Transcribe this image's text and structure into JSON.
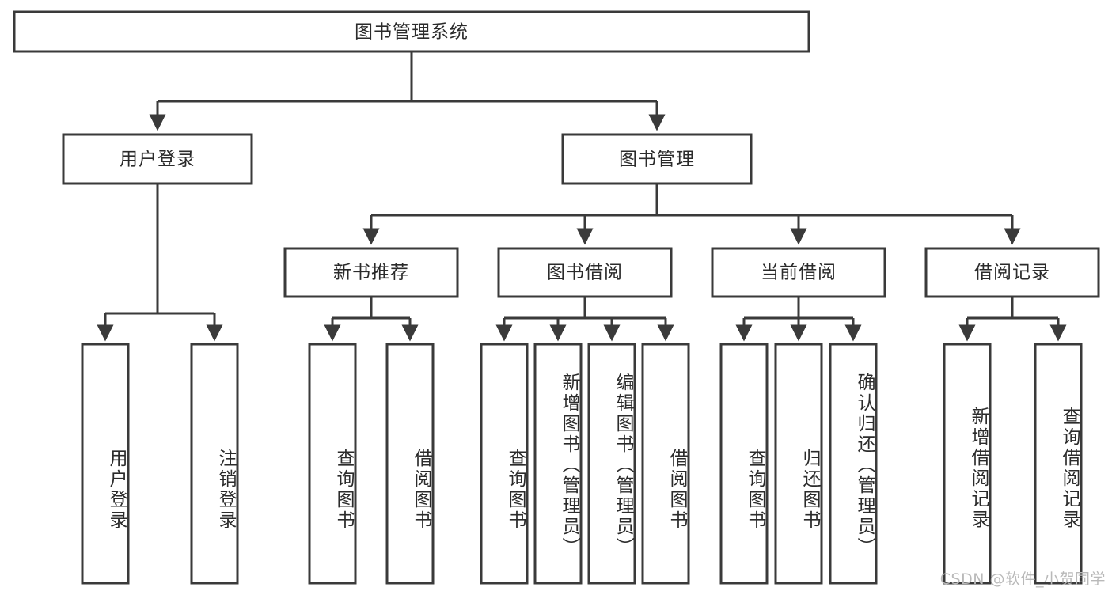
{
  "diagram": {
    "title": "图书管理系统",
    "type": "tree-hierarchy",
    "watermark": "CSDN @软件_小贺同学",
    "colors": {
      "background": "#ffffff",
      "stroke": "#3a3a3a",
      "node_fill": "#ffffff",
      "text": "#2b2b2b",
      "watermark": "#b9b9b9"
    }
  },
  "nodes": {
    "root": {
      "label": "图书管理系统",
      "orientation": "horizontal",
      "level": 0
    },
    "level2": [
      {
        "id": "user-login",
        "label": "用户登录",
        "orientation": "horizontal",
        "level": 1
      },
      {
        "id": "book-manage",
        "label": "图书管理",
        "orientation": "horizontal",
        "level": 1
      }
    ],
    "level3": [
      {
        "id": "new-book-rec",
        "label": "新书推荐",
        "orientation": "horizontal",
        "level": 2
      },
      {
        "id": "book-borrow",
        "label": "图书借阅",
        "orientation": "horizontal",
        "level": 2
      },
      {
        "id": "current-borrow",
        "label": "当前借阅",
        "orientation": "horizontal",
        "level": 2
      },
      {
        "id": "borrow-record",
        "label": "借阅记录",
        "orientation": "horizontal",
        "level": 2
      }
    ],
    "leaves": [
      {
        "id": "leaf-user-login",
        "parent": "user-login",
        "label": "用户登录",
        "orientation": "vertical"
      },
      {
        "id": "leaf-user-logout",
        "parent": "user-login",
        "label": "注销登录",
        "orientation": "vertical"
      },
      {
        "id": "leaf-query-book-1",
        "parent": "new-book-rec",
        "label": "查询图书",
        "orientation": "vertical"
      },
      {
        "id": "leaf-borrow-book-1",
        "parent": "new-book-rec",
        "label": "借阅图书",
        "orientation": "vertical"
      },
      {
        "id": "leaf-query-book-2",
        "parent": "book-borrow",
        "label": "查询图书",
        "orientation": "vertical"
      },
      {
        "id": "leaf-add-book",
        "parent": "book-borrow",
        "label": "新增图书（管理员）",
        "orientation": "vertical"
      },
      {
        "id": "leaf-edit-book",
        "parent": "book-borrow",
        "label": "编辑图书（管理员）",
        "orientation": "vertical"
      },
      {
        "id": "leaf-borrow-book-2",
        "parent": "book-borrow",
        "label": "借阅图书",
        "orientation": "vertical"
      },
      {
        "id": "leaf-query-book-3",
        "parent": "current-borrow",
        "label": "查询图书",
        "orientation": "vertical"
      },
      {
        "id": "leaf-return-book",
        "parent": "current-borrow",
        "label": "归还图书",
        "orientation": "vertical"
      },
      {
        "id": "leaf-confirm-return",
        "parent": "current-borrow",
        "label": "确认归还（管理员）",
        "orientation": "vertical"
      },
      {
        "id": "leaf-add-record",
        "parent": "borrow-record",
        "label": "新增借阅记录",
        "orientation": "vertical"
      },
      {
        "id": "leaf-query-record",
        "parent": "borrow-record",
        "label": "查询借阅记录",
        "orientation": "vertical"
      }
    ]
  },
  "chart_data": {
    "type": "tree",
    "title": "图书管理系统",
    "edges": [
      {
        "from": "图书管理系统",
        "to": "用户登录"
      },
      {
        "from": "图书管理系统",
        "to": "图书管理"
      },
      {
        "from": "用户登录",
        "to": "用户登录"
      },
      {
        "from": "用户登录",
        "to": "注销登录"
      },
      {
        "from": "图书管理",
        "to": "新书推荐"
      },
      {
        "from": "图书管理",
        "to": "图书借阅"
      },
      {
        "from": "图书管理",
        "to": "当前借阅"
      },
      {
        "from": "图书管理",
        "to": "借阅记录"
      },
      {
        "from": "新书推荐",
        "to": "查询图书"
      },
      {
        "from": "新书推荐",
        "to": "借阅图书"
      },
      {
        "from": "图书借阅",
        "to": "查询图书"
      },
      {
        "from": "图书借阅",
        "to": "新增图书（管理员）"
      },
      {
        "from": "图书借阅",
        "to": "编辑图书（管理员）"
      },
      {
        "from": "图书借阅",
        "to": "借阅图书"
      },
      {
        "from": "当前借阅",
        "to": "查询图书"
      },
      {
        "from": "当前借阅",
        "to": "归还图书"
      },
      {
        "from": "当前借阅",
        "to": "确认归还（管理员）"
      },
      {
        "from": "借阅记录",
        "to": "新增借阅记录"
      },
      {
        "from": "借阅记录",
        "to": "查询借阅记录"
      }
    ]
  }
}
